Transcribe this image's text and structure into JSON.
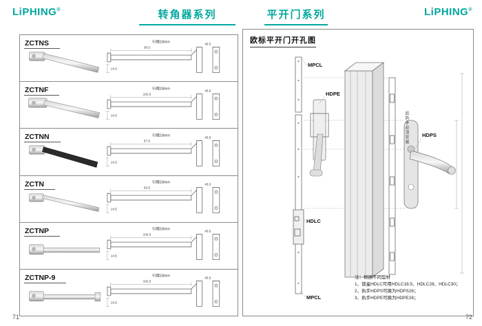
{
  "brand": {
    "logo_text": "LiPHING",
    "reg_mark": "®"
  },
  "header": {
    "title_left": "转角器系列",
    "title_right": "平开门系列"
  },
  "colors": {
    "accent": "#00A79D"
  },
  "left_page": {
    "page_number": "71",
    "products": [
      {
        "code": "ZCTNS",
        "stroke_label": "行程18mm",
        "dims": [
          "30.5",
          "14.5",
          "45.5"
        ]
      },
      {
        "code": "ZCTNF",
        "stroke_label": "行程18mm",
        "dims": [
          "102.5",
          "14.5",
          "45.5"
        ]
      },
      {
        "code": "ZCTNN",
        "stroke_label": "行程18mm",
        "dims": [
          "57.5",
          "14.5",
          "45.5"
        ]
      },
      {
        "code": "ZCTN",
        "stroke_label": "行程18mm",
        "dims": [
          "53.5",
          "14.5",
          "45.5"
        ]
      },
      {
        "code": "ZCTNP",
        "stroke_label": "行程18mm",
        "dims": [
          "102.5",
          "14.5",
          "45.5"
        ]
      },
      {
        "code": "ZCTNP-9",
        "stroke_label": "行程18mm",
        "dims": [
          "102.5",
          "14.5",
          "45.5"
        ]
      }
    ]
  },
  "right_page": {
    "page_number": "72",
    "section_title": "欧标平开门开孔图",
    "labels": [
      "MPCL",
      "HDPE",
      "HDPS",
      "HDLC",
      "MPCL"
    ],
    "vertical_note": "此执手必须安装",
    "notes_title": "注：根据不同型材",
    "notes": [
      "1、锁盒HDLC可用HDLC18.5、HDLC28、HDLC30；",
      "2、执手HDPS可换为HDPS26；",
      "3、执手HDPE可换为HDPE26；"
    ]
  }
}
